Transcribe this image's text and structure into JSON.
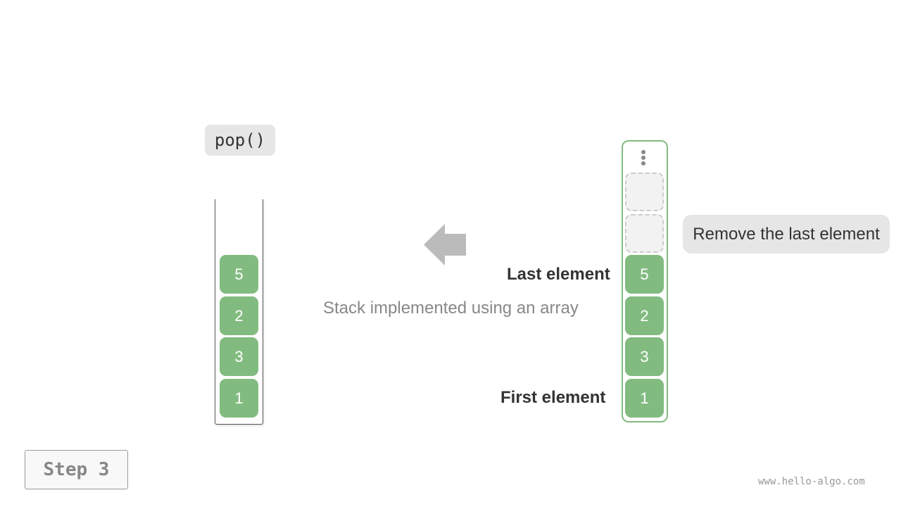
{
  "operation": {
    "label": "pop()"
  },
  "stack": {
    "values_top_to_bottom": [
      "5",
      "2",
      "3",
      "1"
    ]
  },
  "array": {
    "ellipsis_icon": "vertical-ellipsis-icon",
    "empty_slots": 2,
    "values_top_to_bottom": [
      "5",
      "2",
      "3",
      "1"
    ]
  },
  "labels": {
    "caption": "Stack implemented using an array",
    "last_element": "Last element",
    "first_element": "First element",
    "note": "Remove the last element"
  },
  "step": {
    "label": "Step 3"
  },
  "footer": {
    "watermark": "www.hello-algo.com"
  },
  "colors": {
    "cell_fill": "#82bb80",
    "cell_text": "#ffffff",
    "empty_fill": "#f2f2f2",
    "empty_border": "#cccccc",
    "arrow": "#bbbbbb",
    "badge_bg": "#e6e6e6"
  }
}
